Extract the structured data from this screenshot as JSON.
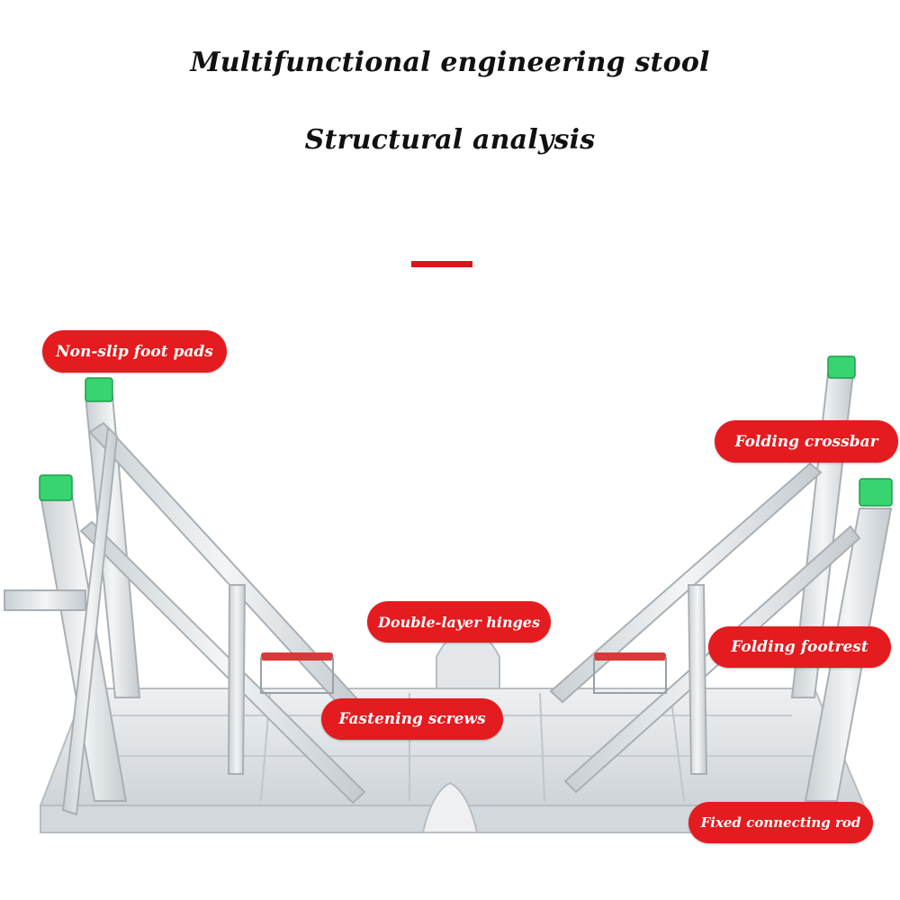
{
  "header": {
    "title": "Multifunctional engineering stool",
    "subtitle": "Structural analysis"
  },
  "colors": {
    "accent": "#d9161c",
    "callout_bg": "#e41b1f",
    "callout_text": "#ffffff",
    "foot_pad": "#37d46f",
    "aluminum": "#dfe3e6"
  },
  "callouts": {
    "non_slip": "Non-slip foot pads",
    "crossbar": "Folding crossbar",
    "hinges": "Double-layer hinges",
    "footrest": "Folding footrest",
    "screws": "Fastening screws",
    "rod": "Fixed connecting rod"
  }
}
